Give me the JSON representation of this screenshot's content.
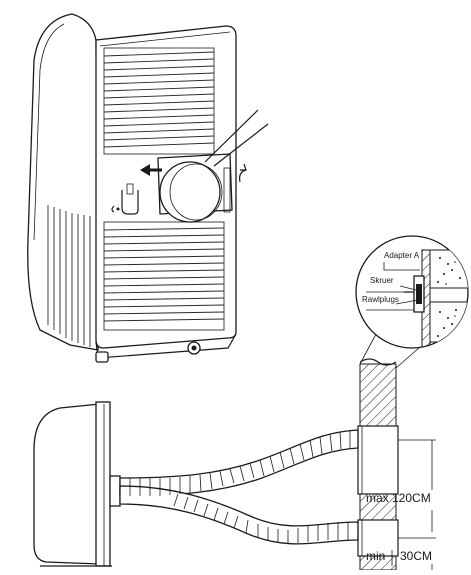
{
  "labels": {
    "adapter": "Adapter A",
    "screws": "Skruer",
    "plugs": "Rawlplugs",
    "max": "max 120CM",
    "min": "min",
    "min_value": "30CM"
  },
  "colors": {
    "line": "#1a1a1a",
    "background": "#ffffff"
  },
  "icons": [
    "arrow-left-icon",
    "rotate-arrow-icon"
  ]
}
